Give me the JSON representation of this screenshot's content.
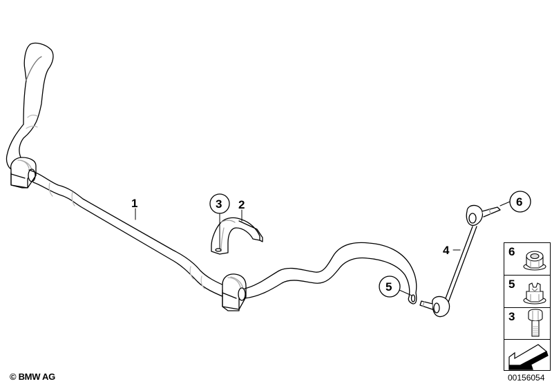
{
  "diagram": {
    "type": "exploded-parts-diagram",
    "subject": "stabilizer bar assembly",
    "callouts": [
      {
        "id": "1",
        "label": "1",
        "circled": false
      },
      {
        "id": "2",
        "label": "2",
        "circled": false
      },
      {
        "id": "3",
        "label": "3",
        "circled": true
      },
      {
        "id": "4",
        "label": "4",
        "circled": false
      },
      {
        "id": "5",
        "label": "5",
        "circled": true
      },
      {
        "id": "6",
        "label": "6",
        "circled": true
      }
    ],
    "legend": {
      "items": [
        {
          "label": "6",
          "icon": "flange-nut-icon"
        },
        {
          "label": "5",
          "icon": "self-locking-flange-nut-icon"
        },
        {
          "label": "3",
          "icon": "hex-bolt-icon"
        },
        {
          "label": "",
          "icon": "direction-arrow-icon"
        }
      ]
    },
    "footer": {
      "copyright": "© BMW AG",
      "diagram_number": "00156054"
    },
    "colors": {
      "line": "#000000",
      "shade": "#c8c8c8",
      "background": "#ffffff"
    }
  }
}
